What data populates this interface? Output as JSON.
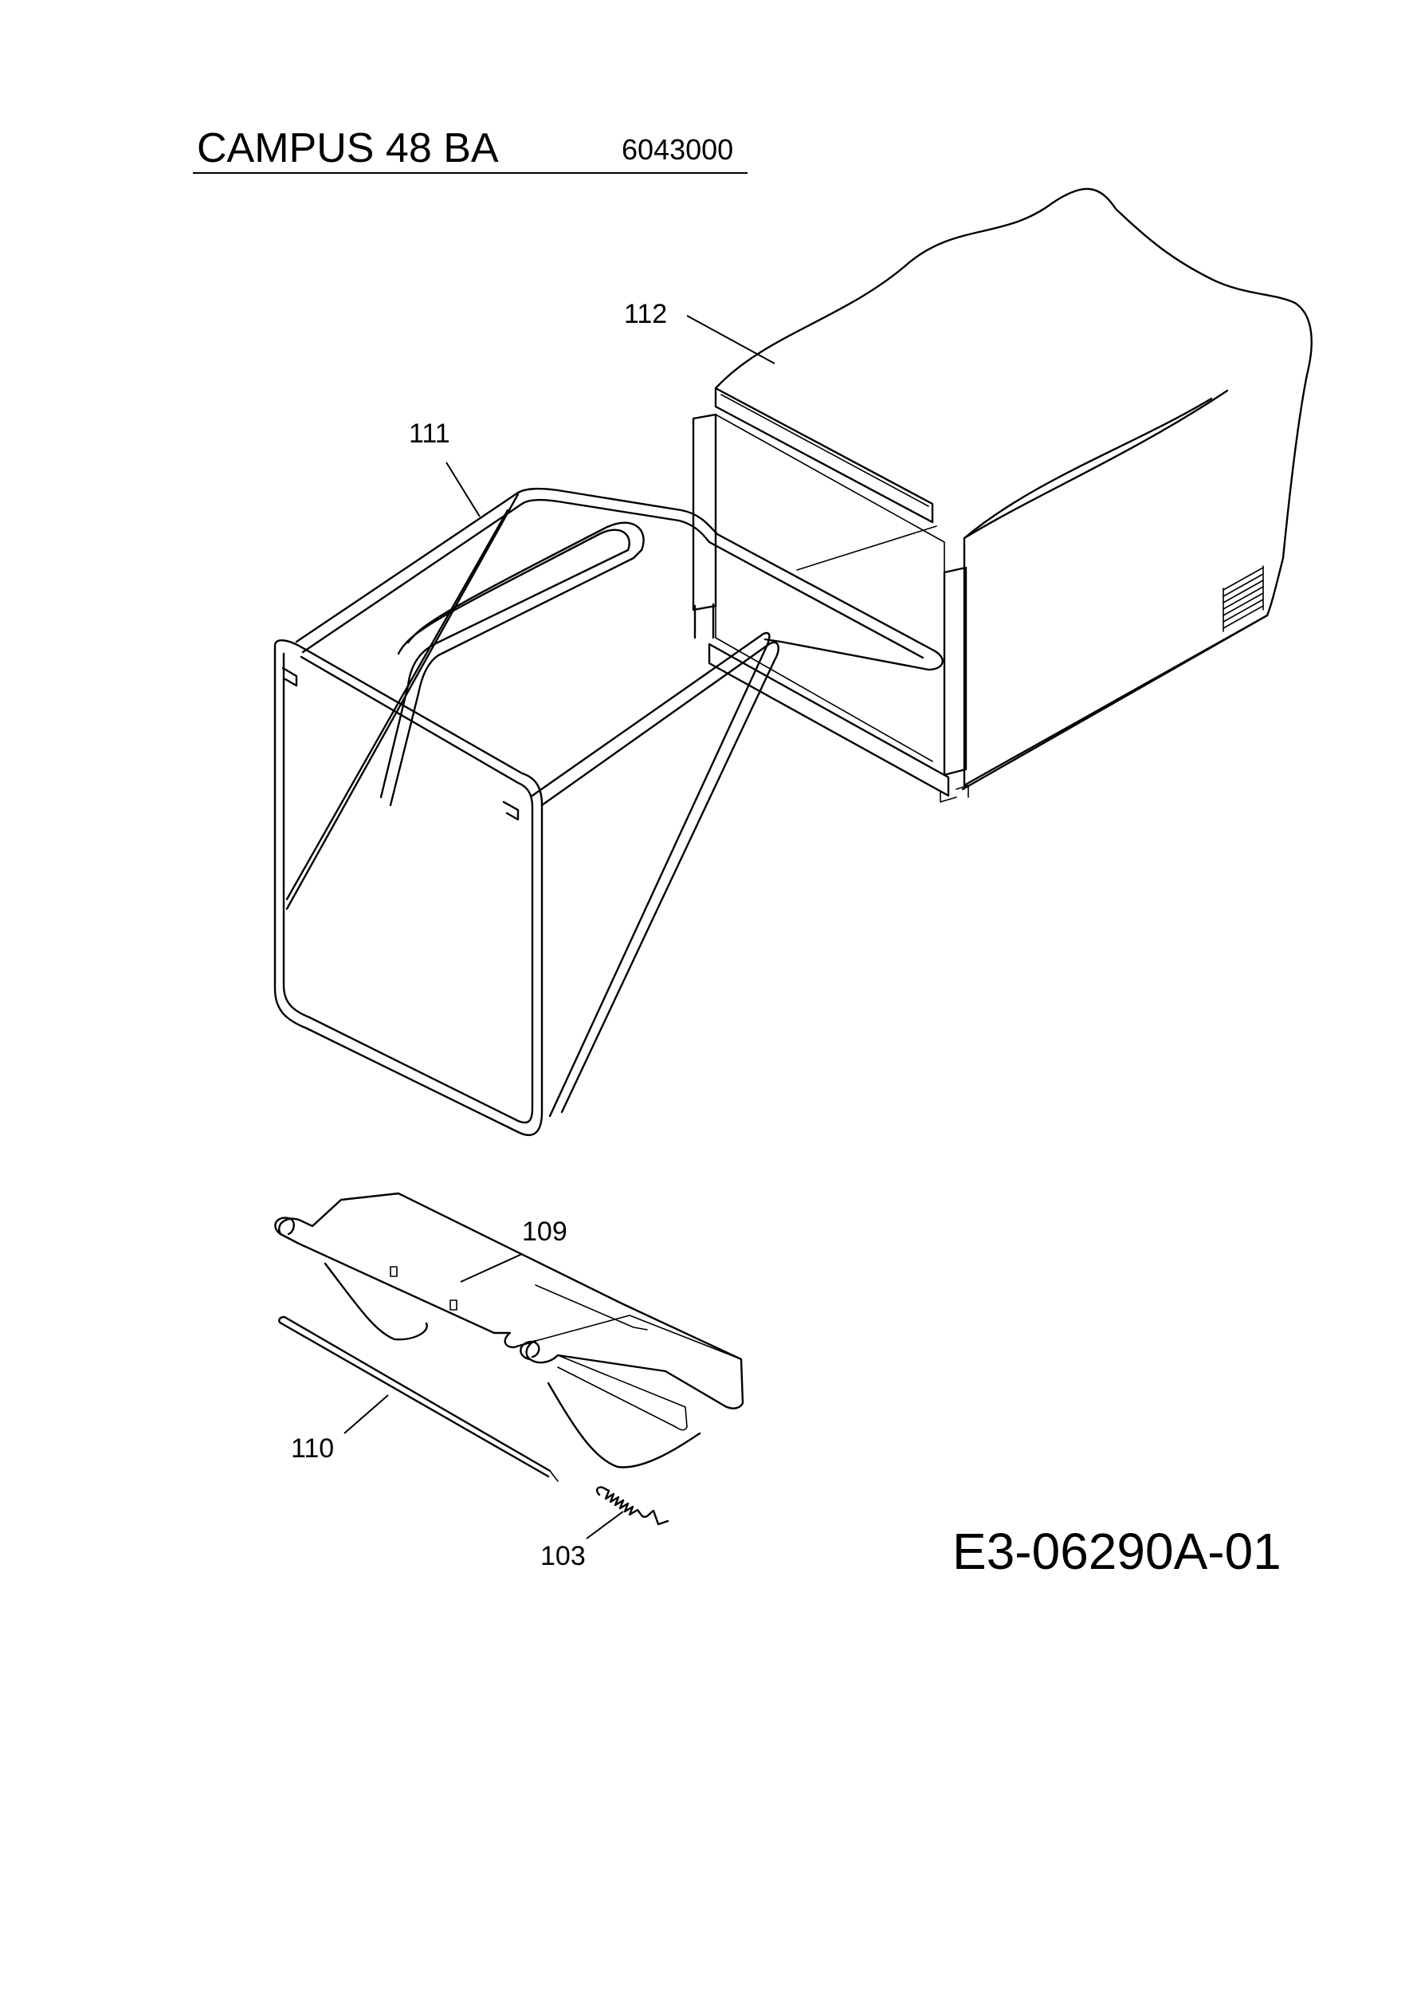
{
  "header": {
    "model": "CAMPUS 48 BA",
    "part_number": "6043000"
  },
  "callouts": {
    "grass_bag": "112",
    "bag_frame": "111",
    "rear_flap": "109",
    "flap_axle": "110",
    "flap_spring": "103"
  },
  "drawing_id": "E3-06290A-01"
}
